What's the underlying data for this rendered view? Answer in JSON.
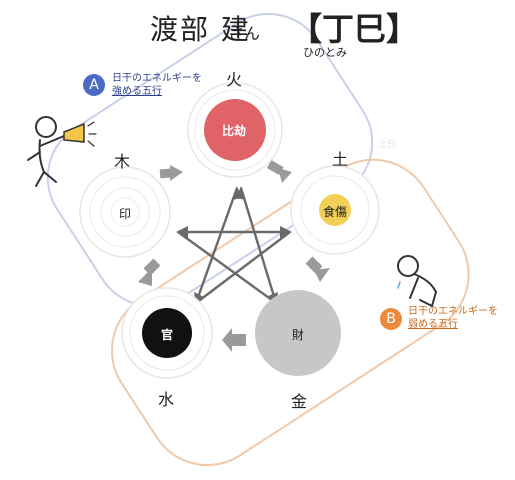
{
  "title": {
    "name": "渡部 建",
    "honorific": "さん",
    "pillar": "【丁巳】",
    "reading": "ひのとみ"
  },
  "elements": {
    "fire": {
      "label": "火",
      "inner": "比劫",
      "color": "#e06467"
    },
    "earth": {
      "label": "土",
      "inner": "食傷",
      "color": "#f2cf56",
      "faint": "土日"
    },
    "metal": {
      "label": "金",
      "inner": "財",
      "color": "#c8c7c8"
    },
    "water": {
      "label": "水",
      "inner": "官",
      "color": "#111111"
    },
    "wood": {
      "label": "木",
      "inner": "印",
      "color": "#ffffff"
    }
  },
  "group_a": {
    "badge": "A",
    "line1": "日干のエネルギーを",
    "line2": "強める五行",
    "badge_color": "#4b6cc2",
    "outline_color": "#c8d0ea"
  },
  "group_b": {
    "badge": "B",
    "line1": "日干のエネルギーを",
    "line2": "弱める五行",
    "badge_color": "#e98a3c",
    "outline_color": "#f2c9a8"
  },
  "icons": {
    "cheer": "cheering-megaphone-person-icon",
    "tired": "exhausted-kneeling-person-icon"
  }
}
